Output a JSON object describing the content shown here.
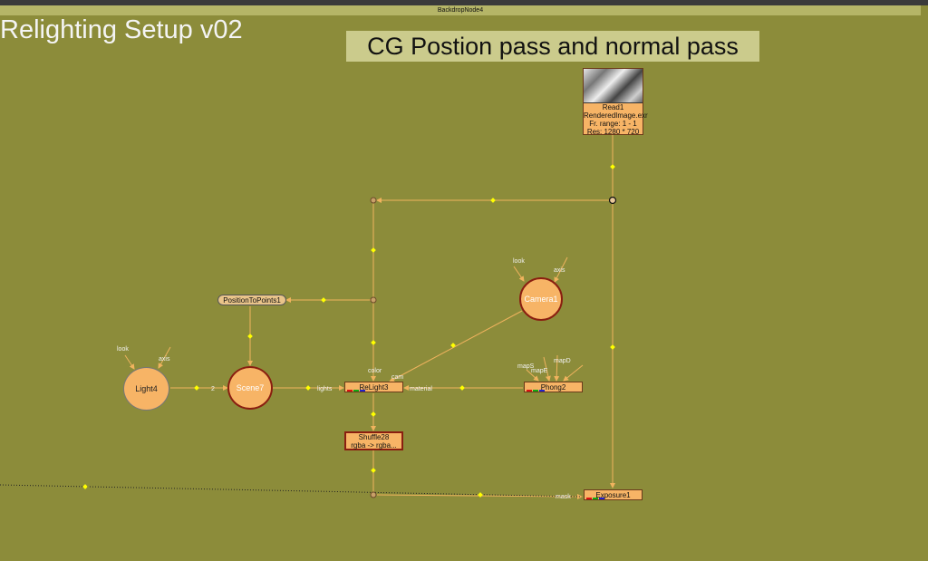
{
  "backdrop": {
    "label": "BackdropNode4"
  },
  "title": "Relighting Setup v02",
  "sticky_note": "CG Postion pass and normal pass",
  "nodes": {
    "read": {
      "name": "Read1",
      "file": "RenderedImage.exr",
      "frame_range": "Fr. range: 1 - 1",
      "resolution": "Res: 1280 * 720"
    },
    "position_to_points": "PositionToPoints1",
    "camera": "Camera1",
    "light": "Light4",
    "scene": "Scene7",
    "relight": "ReLight3",
    "phong": "Phong2",
    "shuffle": {
      "name": "Shuffle28",
      "detail": "rgba -> rgba..."
    },
    "exposure": "Exposure1"
  },
  "input_labels": {
    "look": "look",
    "axis": "axis",
    "two": "2",
    "lights": "lights",
    "color": "color",
    "cam": "cam",
    "material": "material",
    "mapS": "mapS",
    "mapE": "mapE",
    "mapD": "mapD",
    "mask": "mask"
  },
  "colors": {
    "background": "#8c8c3a",
    "node": "#f7b466",
    "wire": "#f0b35e",
    "arrow_dot": "#ffff00"
  }
}
